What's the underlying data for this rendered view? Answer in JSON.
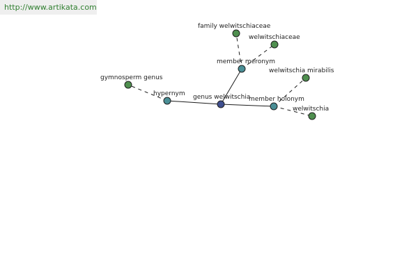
{
  "header": {
    "url": "http://www.artikata.com"
  },
  "colors": {
    "leaf": "#4f8f4f",
    "relation": "#4a8f96",
    "center": "#3f4f8f"
  },
  "graph": {
    "nodes": [
      {
        "id": "center",
        "label": "genus welwitschia",
        "kind": "center"
      },
      {
        "id": "hypernym",
        "label": "hypernym",
        "kind": "relation"
      },
      {
        "id": "member-meronym",
        "label": "member meronym",
        "kind": "relation"
      },
      {
        "id": "member-holonym",
        "label": "member holonym",
        "kind": "relation"
      },
      {
        "id": "gymnosperm-genus",
        "label": "gymnosperm genus",
        "kind": "leaf"
      },
      {
        "id": "family-welwitschiaceae",
        "label": "family welwitschiaceae",
        "kind": "leaf"
      },
      {
        "id": "welwitschiaceae",
        "label": "welwitschiaceae",
        "kind": "leaf"
      },
      {
        "id": "welwitschia-mirabilis",
        "label": "welwitschia mirabilis",
        "kind": "leaf"
      },
      {
        "id": "welwitschia",
        "label": "welwitschia",
        "kind": "leaf"
      }
    ],
    "edges": [
      {
        "from": "center",
        "to": "hypernym",
        "style": "solid"
      },
      {
        "from": "center",
        "to": "member-meronym",
        "style": "solid"
      },
      {
        "from": "center",
        "to": "member-holonym",
        "style": "solid"
      },
      {
        "from": "hypernym",
        "to": "gymnosperm-genus",
        "style": "dashed"
      },
      {
        "from": "member-meronym",
        "to": "family-welwitschiaceae",
        "style": "dashed"
      },
      {
        "from": "member-meronym",
        "to": "welwitschiaceae",
        "style": "dashed"
      },
      {
        "from": "member-holonym",
        "to": "welwitschia-mirabilis",
        "style": "dashed"
      },
      {
        "from": "member-holonym",
        "to": "welwitschia",
        "style": "dashed"
      }
    ]
  }
}
